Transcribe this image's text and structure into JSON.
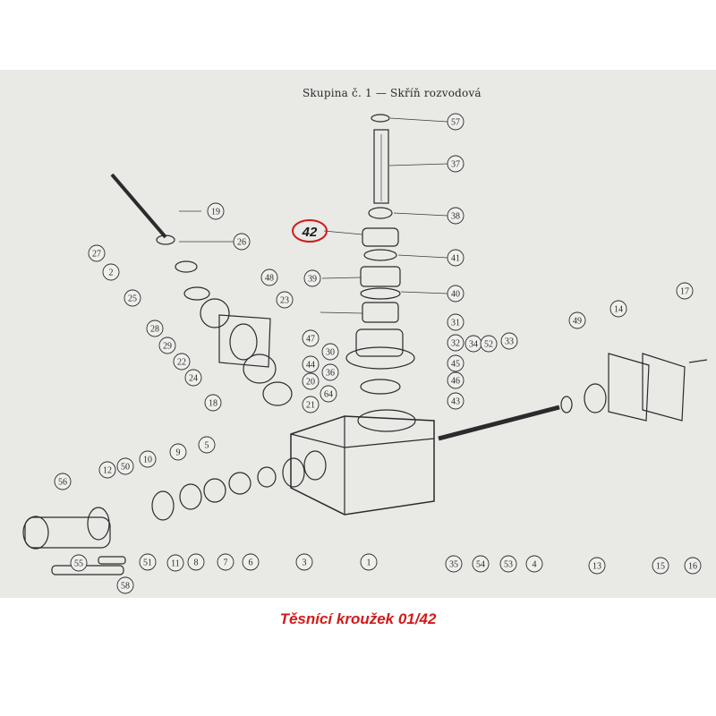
{
  "diagram": {
    "title": "Skupina č. 1 — Skříň rozvodová",
    "highlighted_part": "42",
    "caption": "Těsnící kroužek 01/42",
    "caption_color": "#d21a1a",
    "highlight_color": "#d21a1a",
    "labels": [
      "57",
      "37",
      "38",
      "42",
      "41",
      "39",
      "40",
      "31",
      "30",
      "32",
      "45",
      "46",
      "43",
      "44",
      "47",
      "36",
      "34",
      "52",
      "33",
      "64",
      "21",
      "19",
      "26",
      "27",
      "2",
      "48",
      "25",
      "23",
      "28",
      "29",
      "22",
      "24",
      "20",
      "18",
      "56",
      "12",
      "50",
      "10",
      "9",
      "5",
      "11",
      "8",
      "7",
      "6",
      "3",
      "1",
      "55",
      "58",
      "49",
      "14",
      "17",
      "16",
      "15",
      "13",
      "4",
      "35",
      "54",
      "53",
      "51"
    ]
  }
}
